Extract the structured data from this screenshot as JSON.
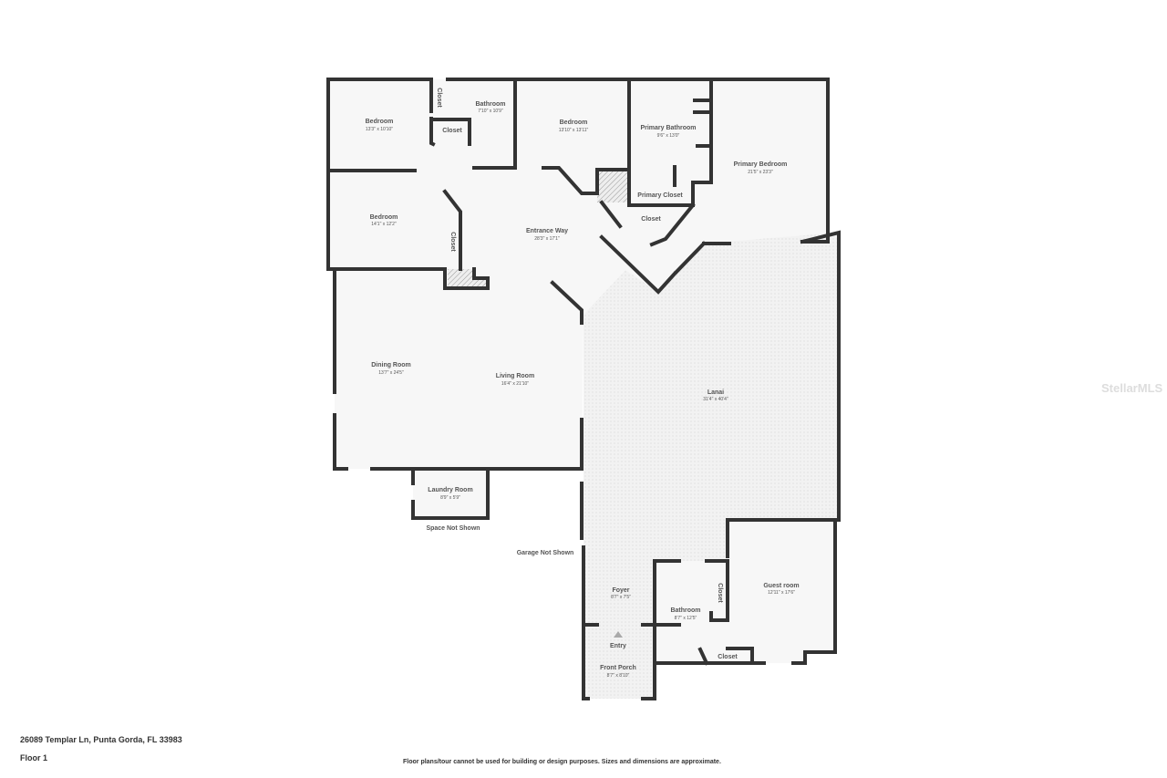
{
  "rooms": {
    "bedroom1": {
      "name": "Bedroom",
      "dims": "13'3\" x 10'10\""
    },
    "closet1": {
      "name": "Closet"
    },
    "bathroom1": {
      "name": "Bathroom",
      "dims": "7'10\" x 10'9\""
    },
    "closet2": {
      "name": "Closet"
    },
    "bedroom2": {
      "name": "Bedroom",
      "dims": "13'10\" x 13'11\""
    },
    "primary_bathroom": {
      "name": "Primary Bathroom",
      "dims": "9'6\" x 13'0\""
    },
    "primary_bedroom": {
      "name": "Primary Bedroom",
      "dims": "21'5\" x 23'3\""
    },
    "primary_closet": {
      "name": "Primary Closet"
    },
    "closet3": {
      "name": "Closet"
    },
    "bedroom3": {
      "name": "Bedroom",
      "dims": "14'1\" x 12'2\""
    },
    "closet4": {
      "name": "Closet"
    },
    "entrance_way": {
      "name": "Entrance Way",
      "dims": "28'3\" x 17'1\""
    },
    "dining_room": {
      "name": "Dining Room",
      "dims": "13'7\" x 24'5\""
    },
    "living_room": {
      "name": "Living Room",
      "dims": "16'4\" x 21'10\""
    },
    "lanai": {
      "name": "Lanai",
      "dims": "31'4\" x 40'4\""
    },
    "laundry_room": {
      "name": "Laundry Room",
      "dims": "8'9\" x 5'9\""
    },
    "foyer": {
      "name": "Foyer",
      "dims": "8'7\" x 7'5\""
    },
    "bathroom2": {
      "name": "Bathroom",
      "dims": "8'7\" x 12'5\""
    },
    "closet5": {
      "name": "Closet"
    },
    "guest_room": {
      "name": "Guest room",
      "dims": "12'11\" x 17'6\""
    },
    "closet6": {
      "name": "Closet"
    },
    "entry": {
      "name": "Entry"
    },
    "front_porch": {
      "name": "Front Porch",
      "dims": "8'7\" x 8'10\""
    }
  },
  "notes": {
    "space_not_shown": "Space Not Shown",
    "garage_not_shown": "Garage Not Shown"
  },
  "footer": {
    "address": "26089 Templar Ln, Punta Gorda, FL 33983",
    "floor": "Floor 1",
    "disclaimer": "Floor plans/tour cannot be used for building or design purposes. Sizes and dimensions are approximate."
  },
  "watermark": "StellarMLS"
}
